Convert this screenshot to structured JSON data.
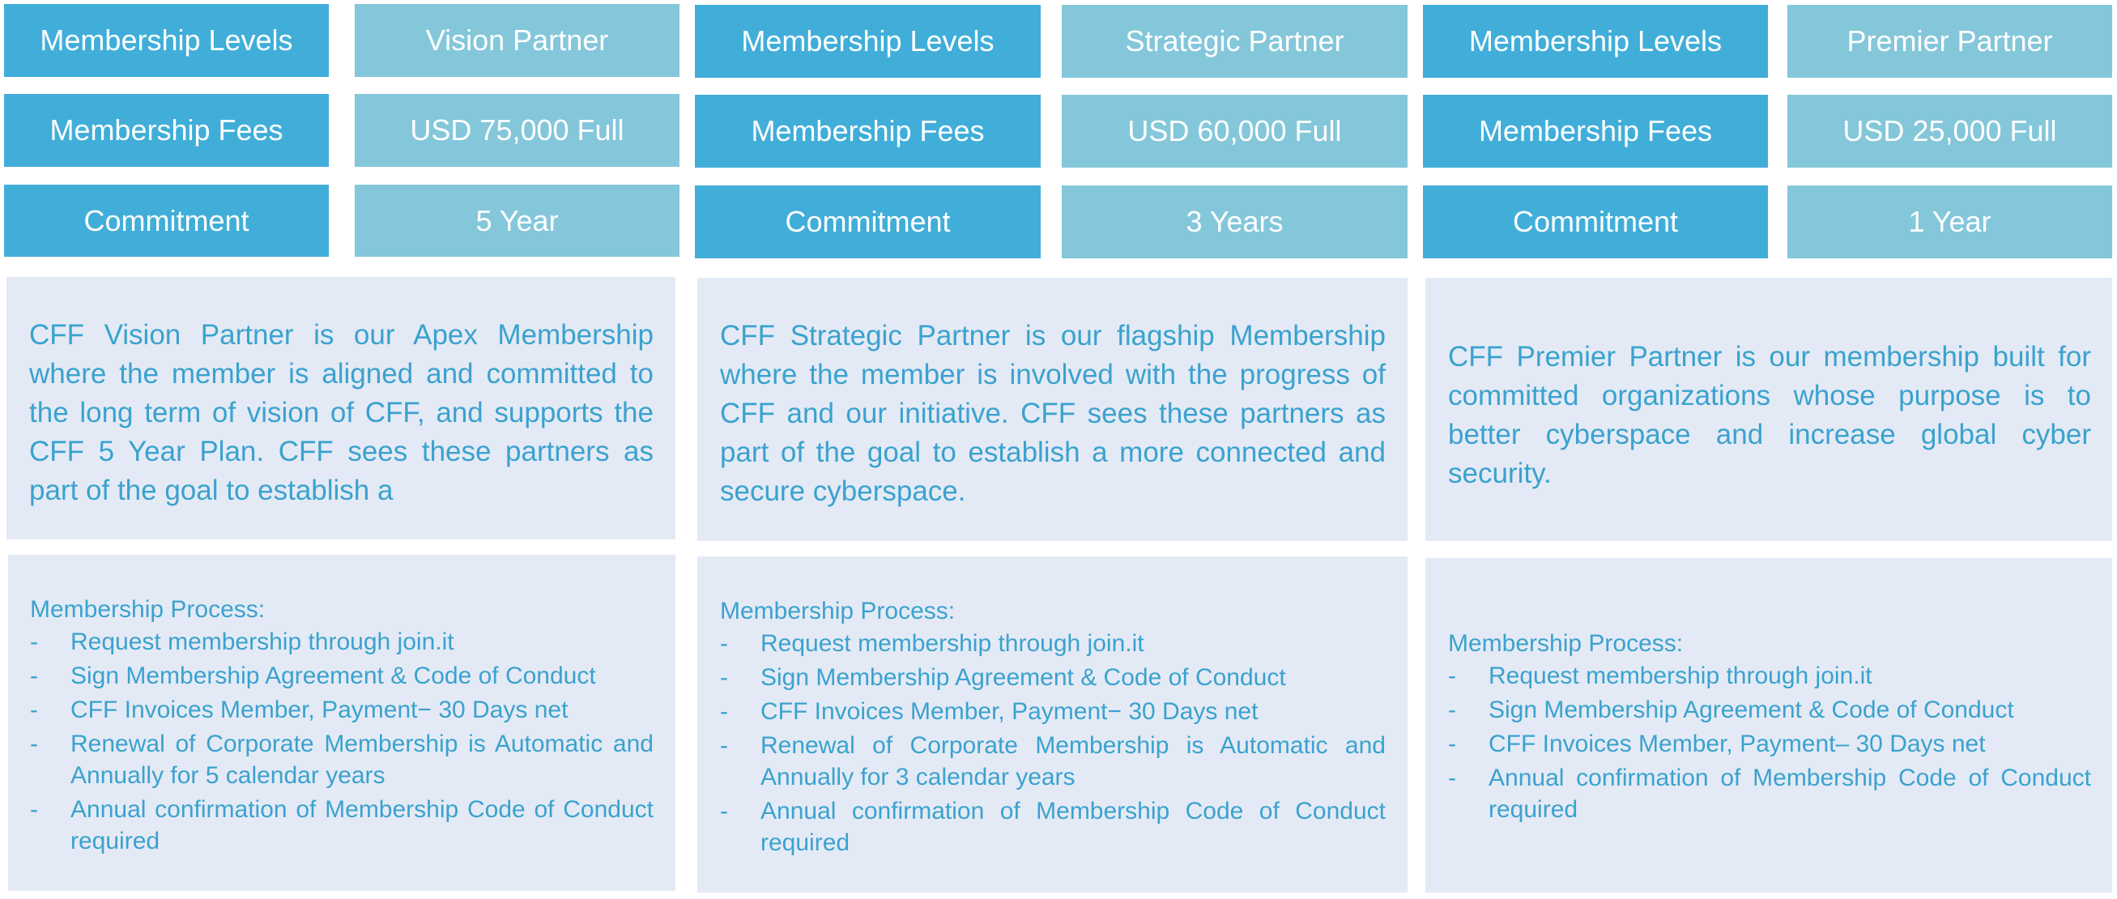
{
  "columns": [
    {
      "rows": [
        {
          "label": "Membership Levels",
          "value": "Vision Partner"
        },
        {
          "label": "Membership Fees",
          "value": "USD 75,000 Full"
        },
        {
          "label": "Commitment",
          "value": "5 Year"
        }
      ],
      "description": "CFF Vision Partner is our Apex Membership where the member is aligned and committed to the long term of vision of CFF, and supports the CFF 5 Year Plan. CFF sees these partners as part of the goal to establish a",
      "process_title": "Membership Process:",
      "steps": [
        "Request membership through join.it",
        "Sign Membership Agreement & Code of Conduct",
        "CFF Invoices Member, Payment− 30 Days net",
        "Renewal of Corporate Membership is Automatic and Annually for 5 calendar years",
        "Annual confirmation of Membership Code of Conduct required"
      ]
    },
    {
      "rows": [
        {
          "label": "Membership Levels",
          "value": "Strategic Partner"
        },
        {
          "label": "Membership Fees",
          "value": "USD 60,000 Full"
        },
        {
          "label": "Commitment",
          "value": "3 Years"
        }
      ],
      "description": "CFF Strategic Partner is our flagship Membership where the member is involved with the progress of CFF and our initiative. CFF sees these partners as part of the goal to establish a more connected and secure cyberspace.",
      "process_title": "Membership Process:",
      "steps": [
        "Request membership through join.it",
        "Sign Membership Agreement & Code of Conduct",
        "CFF Invoices Member, Payment− 30 Days net",
        "Renewal of Corporate Membership is Automatic and Annually for 3 calendar years",
        "Annual confirmation of Membership Code of Conduct required"
      ]
    },
    {
      "rows": [
        {
          "label": "Membership Levels",
          "value": "Premier Partner"
        },
        {
          "label": "Membership Fees",
          "value": "USD 25,000 Full"
        },
        {
          "label": "Commitment",
          "value": "1 Year"
        }
      ],
      "description": "CFF Premier Partner is our membership built for committed organizations whose purpose is to better cyberspace and increase global cyber security.",
      "process_title": "Membership Process:",
      "steps": [
        "Request membership through join.it",
        "Sign Membership Agreement & Code of Conduct",
        "CFF Invoices Member, Payment– 30 Days net",
        "Annual confirmation of Membership Code of Conduct required"
      ]
    }
  ],
  "step_marker": "-",
  "colors": {
    "label_bg": "#41aed9",
    "value_bg": "#84c7da",
    "box_bg": "#e4eaf5",
    "text_blue": "#3aa2cf"
  }
}
